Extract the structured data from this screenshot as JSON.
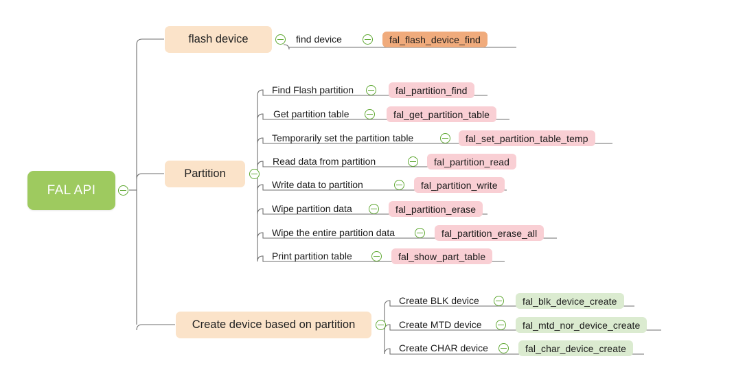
{
  "diagram": {
    "type": "mind-map",
    "title": "FAL API",
    "colors": {
      "root_fill": "#9ECA5F",
      "branch_fill": "#FBE3C9",
      "chip_orange": "#F0AB7C",
      "chip_pink": "#F9CFD4",
      "chip_green": "#DBEBD0",
      "edge_stroke": "#6E6E6E",
      "toggle_stroke": "#5FA832",
      "background": "#FFFFFF"
    },
    "root": {
      "label": "FAL API",
      "toggle_name": "collapse-toggle-root"
    },
    "branches": [
      {
        "id": "flash-device",
        "label": "flash device",
        "toggle_name": "collapse-toggle-flash-device",
        "children": [
          {
            "label": "find device",
            "api": "fal_flash_device_find",
            "chip_color": "orange",
            "toggle_name": "collapse-toggle-find-device"
          }
        ]
      },
      {
        "id": "partition",
        "label": "Partition",
        "toggle_name": "collapse-toggle-partition",
        "children": [
          {
            "label": "Find Flash partition",
            "api": "fal_partition_find",
            "chip_color": "pink",
            "toggle_name": "collapse-toggle-find-flash-partition"
          },
          {
            "label": "Get partition table",
            "api": "fal_get_partition_table",
            "chip_color": "pink",
            "toggle_name": "collapse-toggle-get-partition-table"
          },
          {
            "label": "Temporarily set the partition table",
            "api": "fal_set_partition_table_temp",
            "chip_color": "pink",
            "toggle_name": "collapse-toggle-set-partition-table-temp"
          },
          {
            "label": "Read data from partition",
            "api": "fal_partition_read",
            "chip_color": "pink",
            "toggle_name": "collapse-toggle-partition-read"
          },
          {
            "label": "Write data to partition",
            "api": "fal_partition_write",
            "chip_color": "pink",
            "toggle_name": "collapse-toggle-partition-write"
          },
          {
            "label": "Wipe partition data",
            "api": "fal_partition_erase",
            "chip_color": "pink",
            "toggle_name": "collapse-toggle-partition-erase"
          },
          {
            "label": "Wipe the entire partition data",
            "api": "fal_partition_erase_all",
            "chip_color": "pink",
            "toggle_name": "collapse-toggle-partition-erase-all"
          },
          {
            "label": "Print partition table",
            "api": "fal_show_part_table",
            "chip_color": "pink",
            "toggle_name": "collapse-toggle-show-part-table"
          }
        ]
      },
      {
        "id": "create-device",
        "label": "Create device based on partition",
        "toggle_name": "collapse-toggle-create-device",
        "children": [
          {
            "label": "Create BLK device",
            "api": "fal_blk_device_create",
            "chip_color": "green",
            "toggle_name": "collapse-toggle-blk-device"
          },
          {
            "label": "Create MTD device",
            "api": "fal_mtd_nor_device_create",
            "chip_color": "green",
            "toggle_name": "collapse-toggle-mtd-device"
          },
          {
            "label": "Create CHAR device",
            "api": "fal_char_device_create",
            "chip_color": "green",
            "toggle_name": "collapse-toggle-char-device"
          }
        ]
      }
    ]
  }
}
